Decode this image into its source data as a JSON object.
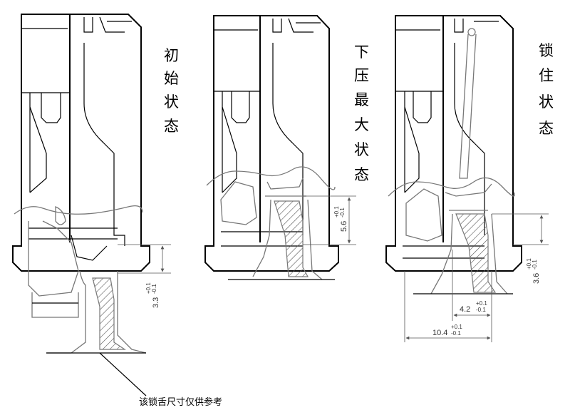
{
  "stages": [
    {
      "label": [
        "初",
        "始",
        "状",
        "态"
      ],
      "dimension": {
        "value": "3.3",
        "upper": "+0.1",
        "lower": "-0.1"
      }
    },
    {
      "label": [
        "下",
        "压",
        "最",
        "大",
        "状",
        "态"
      ],
      "dimension": {
        "value": "5.6",
        "upper": "+0.1",
        "lower": "-0.1"
      }
    },
    {
      "label": [
        "锁",
        "住",
        "状",
        "态"
      ],
      "dimensions": [
        {
          "value": "3.6",
          "upper": "+0.1",
          "lower": "-0.1"
        },
        {
          "value": "4.2",
          "upper": "+0.1",
          "lower": "-0.1"
        },
        {
          "value": "10.4",
          "upper": "+0.1",
          "lower": "-0.1"
        }
      ]
    }
  ],
  "note": "该锁舌尺寸仅供参考"
}
